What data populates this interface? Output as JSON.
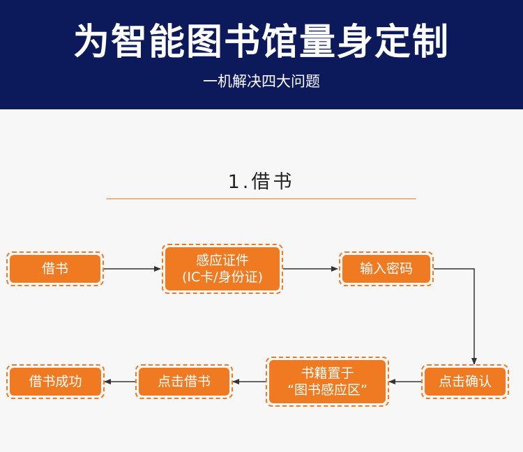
{
  "header": {
    "title": "为智能图书馆量身定制",
    "subtitle": "一机解决四大问题"
  },
  "section": {
    "title": "1.借书"
  },
  "flow": {
    "borrow": "借书",
    "sense_line1": "感应证件",
    "sense_line2": "(IC卡/身份证)",
    "password": "输入密码",
    "confirm": "点击确认",
    "place_line1": "书籍置于",
    "place_line2": "“图书感应区”",
    "click_borrow": "点击借书",
    "success": "借书成功"
  },
  "colors": {
    "header_bg": "#0c1a5c",
    "accent": "#f07a21",
    "background": "#f7f7f7",
    "arrow": "#333333"
  }
}
